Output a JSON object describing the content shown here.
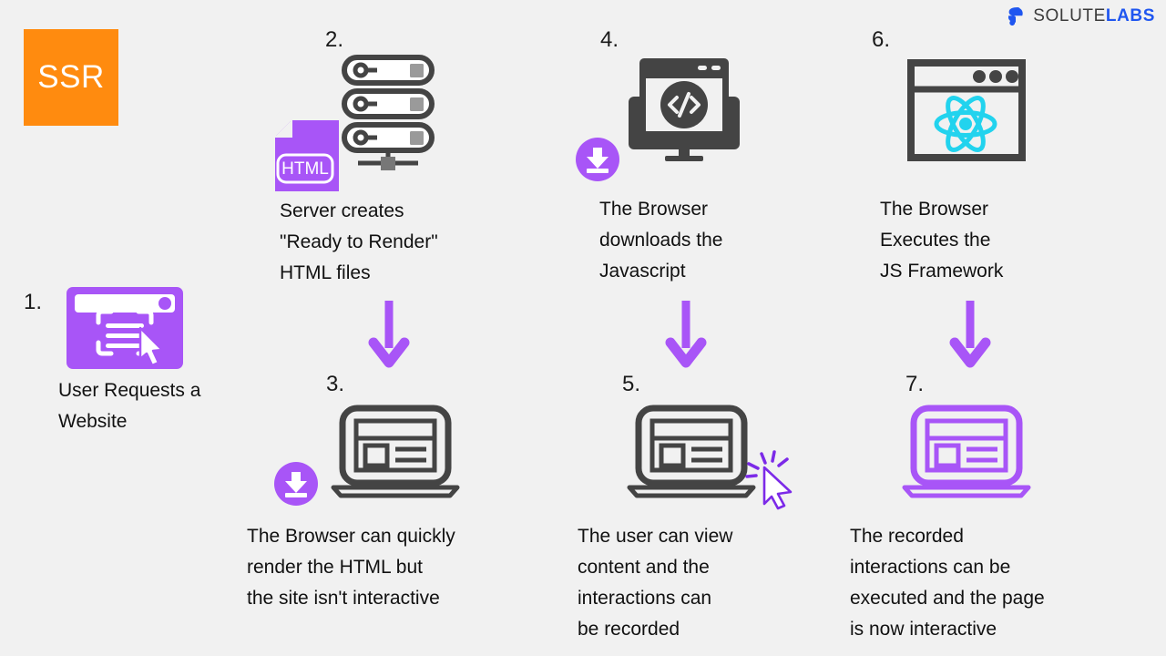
{
  "page": {
    "background_color": "#f1f1f1",
    "title_badge": {
      "label": "SSR",
      "background_color": "#ff8b0f",
      "text_color": "#ffffff"
    }
  },
  "brand": {
    "name_part1": "SOLUTE",
    "name_part2": "LABS",
    "mark_color": "#1f56f0",
    "part1_color": "#3b3b3b",
    "part2_color": "#1f56f0",
    "icon": "solutelabs-logo-icon"
  },
  "colors": {
    "purple": "#a855f7",
    "purple_dark": "#9333ea",
    "dark_gray": "#444444",
    "mid_gray": "#9a9a9a",
    "react_cyan": "#22d3ee",
    "text": "#111111"
  },
  "steps": [
    {
      "number": "1.",
      "caption": "User Requests a\nWebsite",
      "icon": "browser-window-cursor-icon",
      "icon_color": "#a855f7"
    },
    {
      "number": "2.",
      "caption": "Server creates\n\"Ready to Render\"\nHTML files",
      "icon": "server-rack-icon",
      "secondary_icon": "html-file-icon",
      "secondary_label": "HTML",
      "icon_color": "#444444"
    },
    {
      "number": "3.",
      "caption": "The Browser can quickly\nrender the HTML but\nthe site isn't interactive",
      "icon": "laptop-icon",
      "badge_icon": "download-badge-icon",
      "icon_color": "#444444"
    },
    {
      "number": "4.",
      "caption": "The Browser\ndownloads the\nJavascript",
      "icon": "monitor-code-icon",
      "badge_icon": "download-badge-icon",
      "icon_color": "#444444"
    },
    {
      "number": "5.",
      "caption": "The user can view\ncontent and the\ninteractions can\nbe recorded",
      "icon": "laptop-icon",
      "badge_icon": "click-cursor-icon",
      "icon_color": "#444444"
    },
    {
      "number": "6.",
      "caption": "The Browser\nExecutes the\nJS Framework",
      "icon": "browser-react-icon",
      "icon_color": "#444444"
    },
    {
      "number": "7.",
      "caption": "The recorded\ninteractions can be\nexecuted and the page\nis now interactive",
      "icon": "laptop-icon",
      "icon_color": "#a855f7"
    }
  ],
  "arrows": [
    {
      "name": "arrow-step2-to-step3",
      "color": "#a855f7"
    },
    {
      "name": "arrow-step4-to-step5",
      "color": "#a855f7"
    },
    {
      "name": "arrow-step6-to-step7",
      "color": "#a855f7"
    }
  ]
}
